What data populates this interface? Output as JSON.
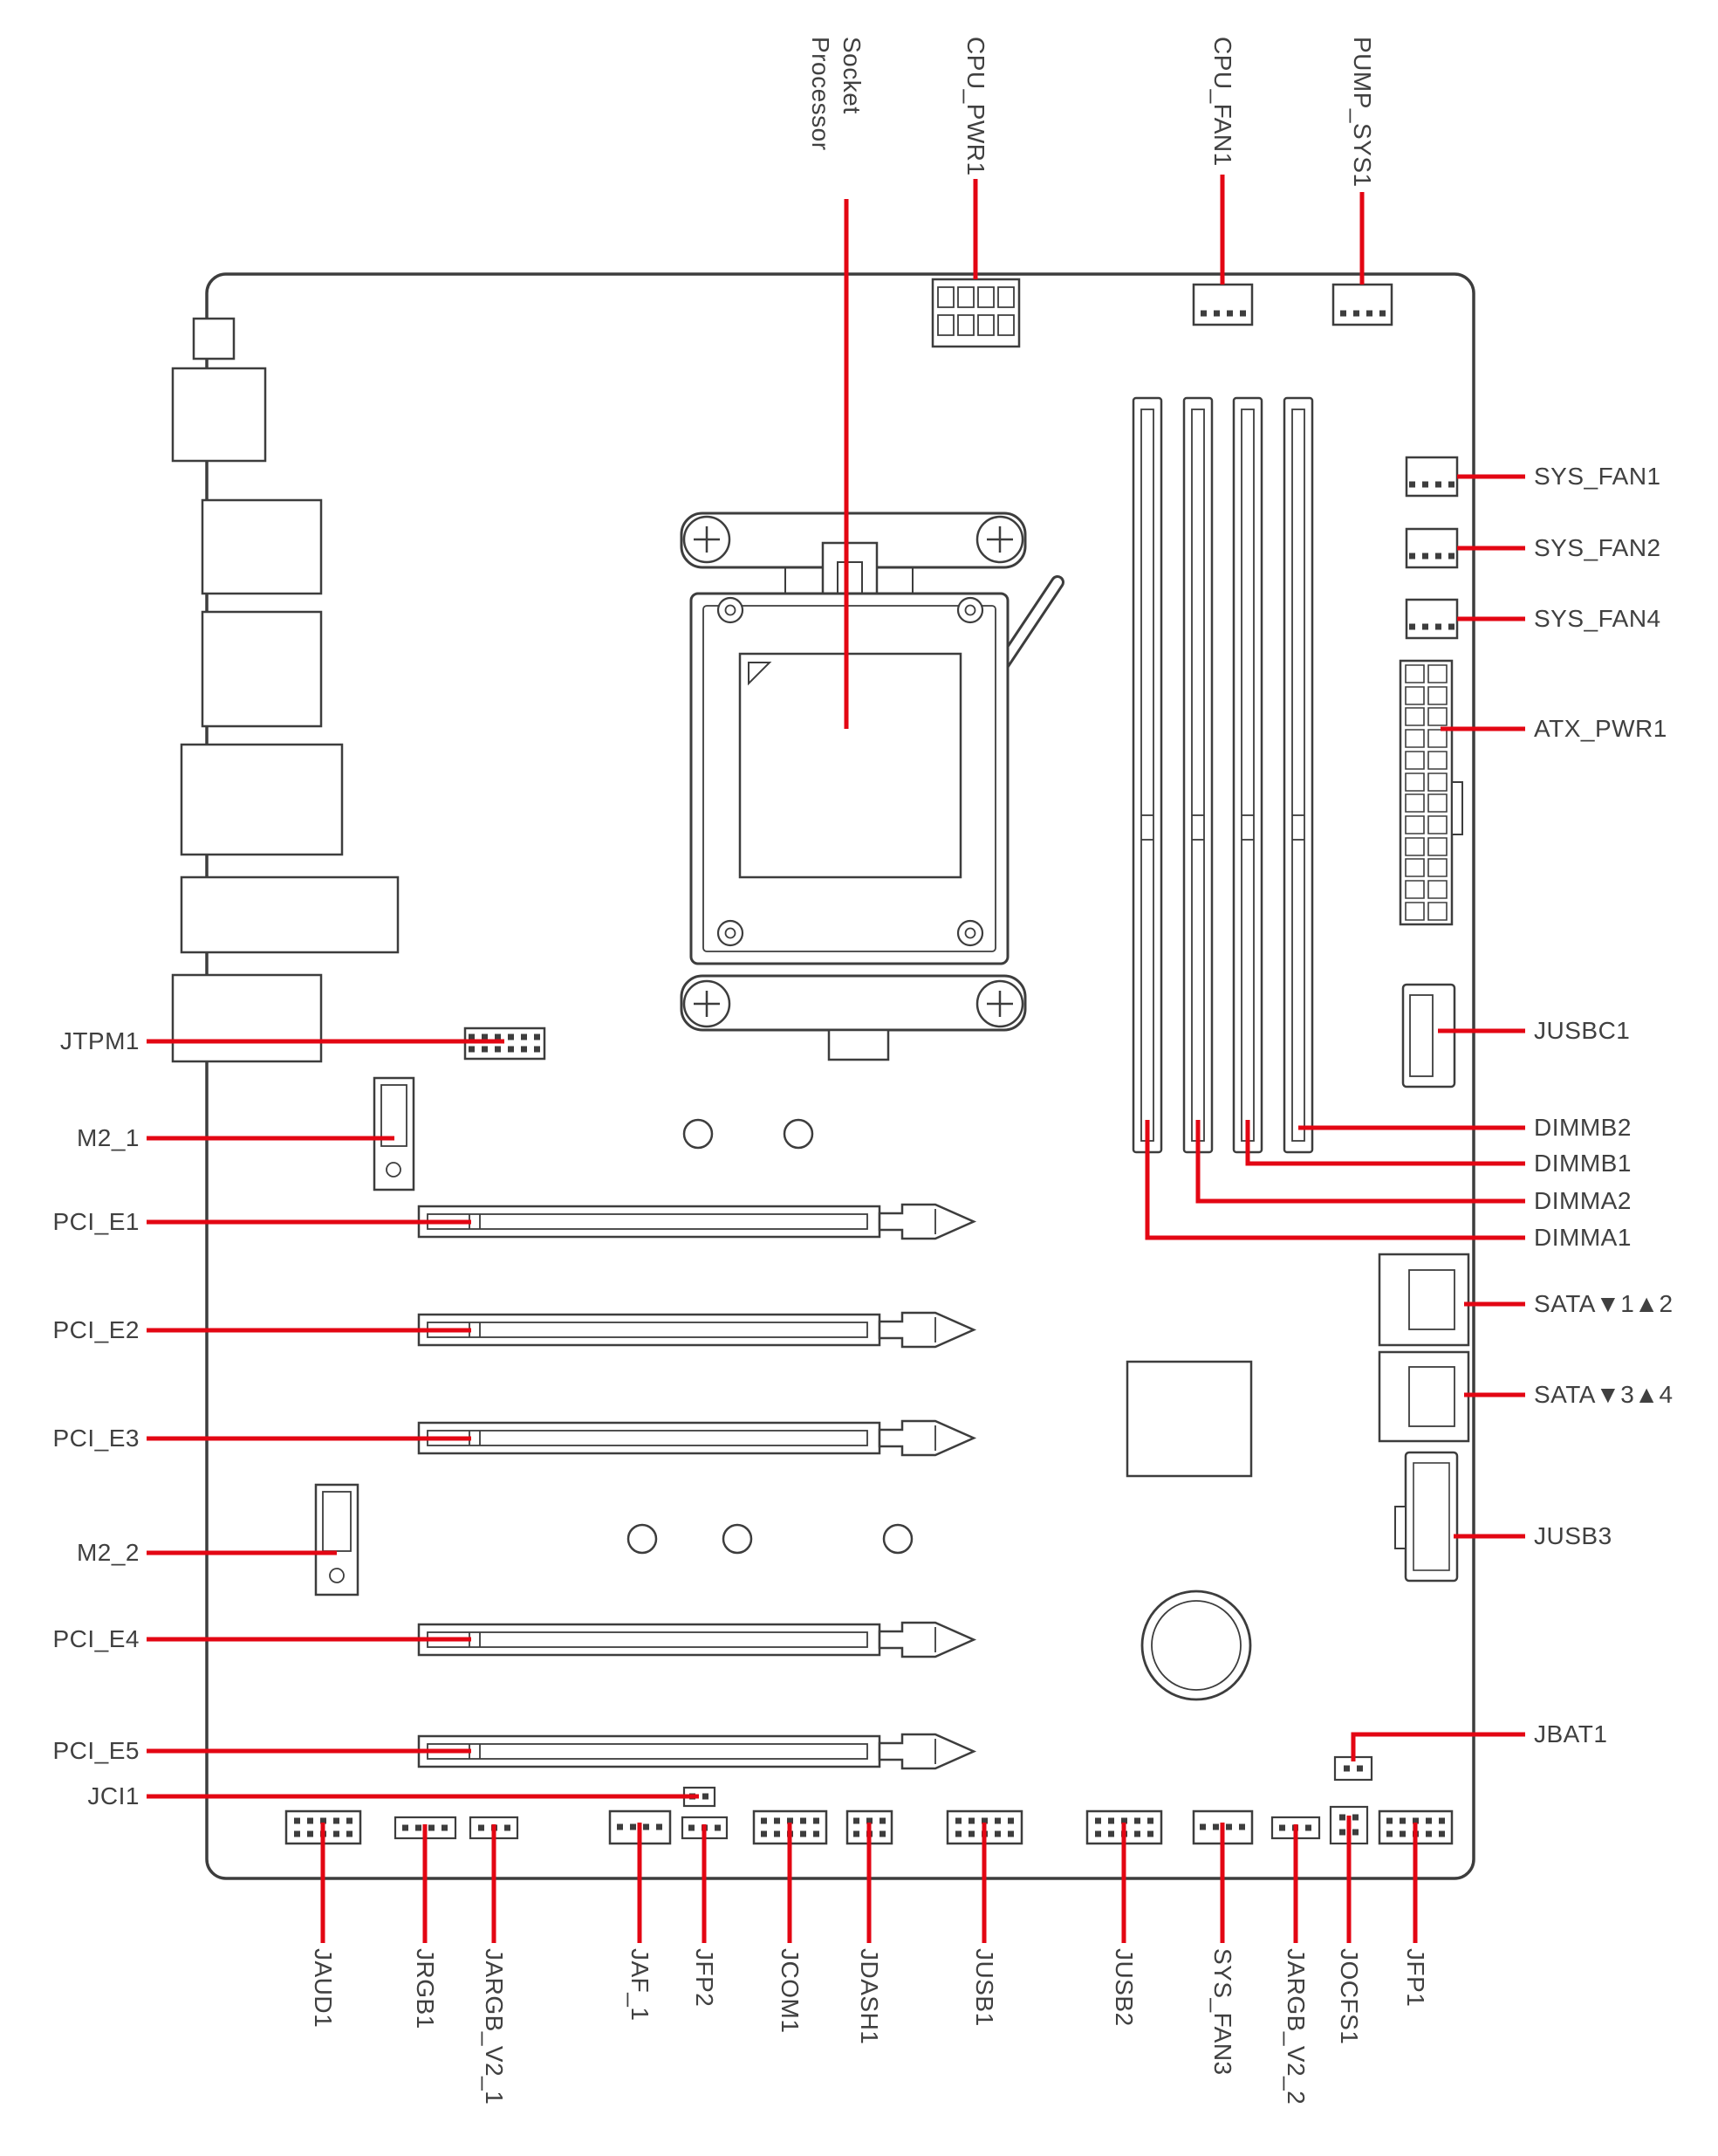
{
  "colors": {
    "callout_red": "#e30613",
    "component_line": "#3d3d3d",
    "label_text": "#404040",
    "background": "#ffffff"
  },
  "labels": {
    "processor_socket": {
      "line1": "Processor",
      "line2": "Socket"
    },
    "cpu_pwr1": "CPU_PWR1",
    "cpu_fan1": "CPU_FAN1",
    "pump_sys1": "PUMP_SYS1",
    "sys_fan1": "SYS_FAN1",
    "sys_fan2": "SYS_FAN2",
    "sys_fan4": "SYS_FAN4",
    "atx_pwr1": "ATX_PWR1",
    "jusbc1": "JUSBC1",
    "dimmb2": "DIMMB2",
    "dimmb1": "DIMMB1",
    "dimma2": "DIMMA2",
    "dimma1": "DIMMA1",
    "sata_1_2": "SATA▼1▲2",
    "sata_3_4": "SATA▼3▲4",
    "jusb3": "JUSB3",
    "jbat1": "JBAT1",
    "jtpm1": "JTPM1",
    "m2_1": "M2_1",
    "pci_e1": "PCI_E1",
    "pci_e2": "PCI_E2",
    "pci_e3": "PCI_E3",
    "m2_2": "M2_2",
    "pci_e4": "PCI_E4",
    "pci_e5": "PCI_E5",
    "jci1": "JCI1",
    "jaud1": "JAUD1",
    "jrgb1": "JRGB1",
    "jargb_v2_1": "JARGB_V2_1",
    "jaf_1": "JAF_1",
    "jfp2": "JFP2",
    "jcom1": "JCOM1",
    "jdash1": "JDASH1",
    "jusb1": "JUSB1",
    "jusb2": "JUSB2",
    "sys_fan3": "SYS_FAN3",
    "jargb_v2_2": "JARGB_V2_2",
    "jocfs1": "JOCFS1",
    "jfp1": "JFP1"
  }
}
